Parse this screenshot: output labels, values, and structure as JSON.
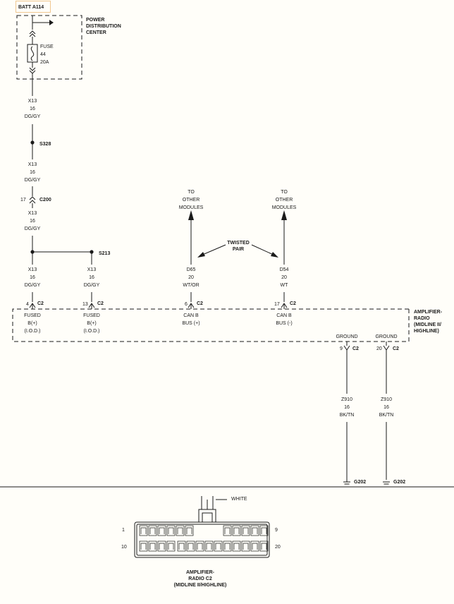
{
  "supply": {
    "battery_label": "BATT A114"
  },
  "pdc": {
    "name_lines": [
      "POWER",
      "DISTRIBUTION",
      "CENTER"
    ],
    "fuse_lines": [
      "FUSE",
      "44",
      "20A"
    ]
  },
  "wires": {
    "x13_a": [
      "X13",
      "16",
      "DG/GY"
    ],
    "x13_b": [
      "X13",
      "16",
      "DG/GY"
    ],
    "x13_c": [
      "X13",
      "16",
      "DG/GY"
    ],
    "x13_d": [
      "X13",
      "16",
      "DG/GY"
    ],
    "x13_e": [
      "X13",
      "16",
      "DG/GY"
    ],
    "d65": [
      "D65",
      "20",
      "WT/OR"
    ],
    "d54": [
      "D54",
      "20",
      "WT"
    ],
    "z910_a": [
      "Z910",
      "16",
      "BK/TN"
    ],
    "z910_b": [
      "Z910",
      "16",
      "BK/TN"
    ]
  },
  "splices": {
    "s328": "S328",
    "s213": "S213"
  },
  "inline_connector": {
    "pin": "17",
    "name": "C200"
  },
  "to_other": {
    "left": [
      "TO",
      "OTHER",
      "MODULES"
    ],
    "right": [
      "TO",
      "OTHER",
      "MODULES"
    ]
  },
  "twisted_pair": [
    "TWISTED",
    "PAIR"
  ],
  "pins": [
    {
      "num": "4",
      "conn": "C2"
    },
    {
      "num": "13",
      "conn": "C2"
    },
    {
      "num": "6",
      "conn": "C2"
    },
    {
      "num": "17",
      "conn": "C2"
    },
    {
      "num": "9",
      "conn": "C2"
    },
    {
      "num": "20",
      "conn": "C2"
    }
  ],
  "module": {
    "name_lines": [
      "AMPLIFIER-",
      "RADIO",
      "(MIDLINE II/",
      "HIGHLINE)"
    ],
    "pin_labels": {
      "p4": [
        "FUSED",
        "B(+)",
        "(I.O.D.)"
      ],
      "p13": [
        "FUSED",
        "B(+)",
        "(I.O.D.)"
      ],
      "p6": [
        "CAN B",
        "BUS (+)"
      ],
      "p17": [
        "CAN B",
        "BUS (-)"
      ]
    },
    "ground_labels": [
      "GROUND",
      "GROUND"
    ]
  },
  "grounds": [
    "G202",
    "G202"
  ],
  "connector_view": {
    "color_label": "WHITE",
    "cavity_labels": {
      "top_left": "1",
      "top_right": "9",
      "bottom_left": "10",
      "bottom_right": "20"
    },
    "title_lines": [
      "AMPLIFIER-",
      "RADIO C2",
      "(MIDLINE II/HIGHLINE)"
    ]
  }
}
